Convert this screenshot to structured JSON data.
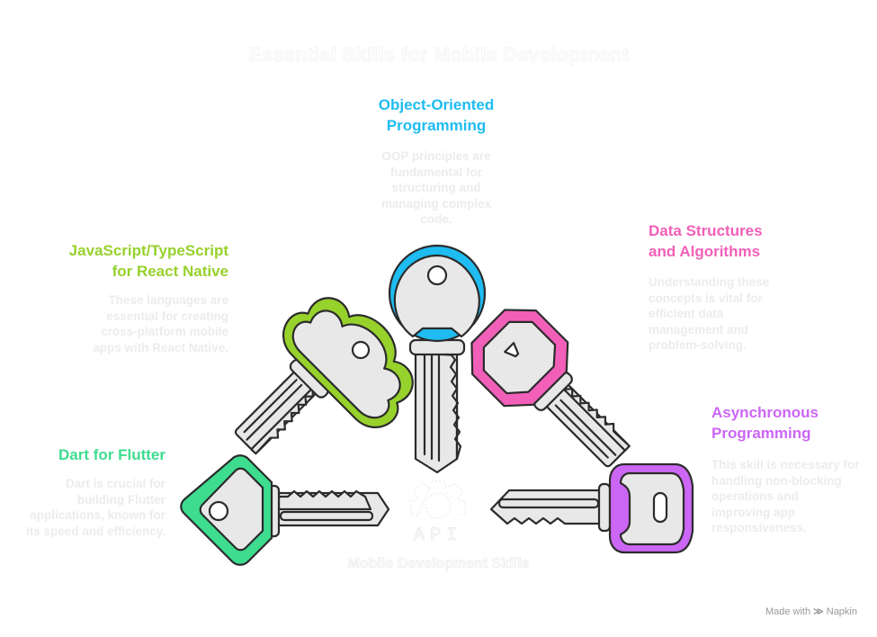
{
  "title": "Essential Skills for Mobile Development",
  "center": {
    "icon": "api-gear-icon",
    "icon_text": "API",
    "label": "Mobile Development Skills"
  },
  "skills": [
    {
      "id": "oop",
      "heading": "Object-Oriented Programming",
      "heading_lines": [
        "Object-Oriented",
        "Programming"
      ],
      "description": "OOP principles are fundamental for structuring and managing complex code.",
      "color": "#1ebcf0",
      "key_icon": "round-key-icon"
    },
    {
      "id": "js-ts",
      "heading": "JavaScript/TypeScript for React Native",
      "heading_lines": [
        "JavaScript/TypeScript",
        "for React Native"
      ],
      "description": "These languages are essential for creating cross-platform mobile apps with React Native.",
      "color": "#97d12c",
      "key_icon": "cloud-key-icon"
    },
    {
      "id": "dsa",
      "heading": "Data Structures and Algorithms",
      "heading_lines": [
        "Data Structures",
        "and Algorithms"
      ],
      "description": "Understanding these concepts is vital for efficient data management and problem-solving.",
      "color": "#f25fb8",
      "key_icon": "hexagon-key-icon"
    },
    {
      "id": "async",
      "heading": "Asynchronous Programming",
      "heading_lines": [
        "Asynchronous",
        "Programming"
      ],
      "description": "This skill is necessary for handling non-blocking operations and improving app responsiveness.",
      "color": "#cc66f5",
      "key_icon": "rounded-rect-key-icon"
    },
    {
      "id": "dart",
      "heading": "Dart for Flutter",
      "heading_lines": [
        "Dart for Flutter"
      ],
      "description": "Dart is crucial for building Flutter applications, known for its speed and efficiency.",
      "color": "#3ddc8f",
      "key_icon": "diamond-key-icon"
    }
  ],
  "footer": {
    "text": "Made with",
    "brand": "Napkin",
    "icon": "napkin-logo-icon"
  }
}
